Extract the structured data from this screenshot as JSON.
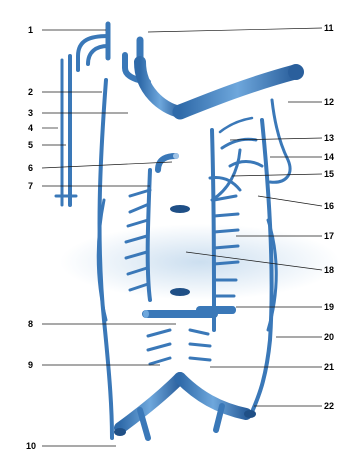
{
  "labels": {
    "left": [
      "1",
      "2",
      "3",
      "4",
      "5",
      "6",
      "7",
      "8",
      "9",
      "10"
    ],
    "right": [
      "11",
      "12",
      "13",
      "14",
      "15",
      "16",
      "17",
      "18",
      "19",
      "20",
      "21",
      "22"
    ]
  },
  "colors": {
    "vessel": "#3a78b8",
    "vessel_light": "#6aa2d6",
    "vessel_dark": "#1f4f86",
    "background_band": "#c9ddef",
    "leader": "#1a1a1a",
    "text": "#000000"
  }
}
